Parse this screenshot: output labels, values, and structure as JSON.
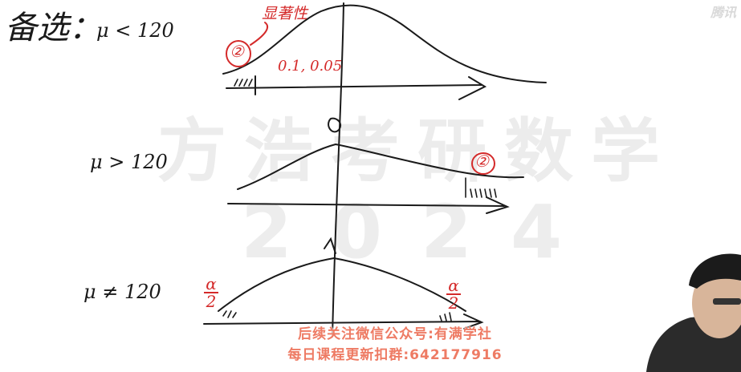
{
  "watermark": {
    "brand": "方浩考研数学",
    "year": "2024",
    "logo": "腾讯"
  },
  "notes": {
    "header": "备选：",
    "cond1": "μ < 120",
    "cond2": "μ > 120",
    "cond3": "μ ≠ 120",
    "red_label": "显著性",
    "circle_mark": "②",
    "levels": "0.1, 0.05",
    "alpha_num": "α",
    "alpha_den": "2"
  },
  "subtitle": {
    "line1": "后续关注微信公众号:有满学社",
    "line2": "每日课程更新扣群:642177916"
  },
  "colors": {
    "ink": "#1a1a1a",
    "red_ink": "#d42a2a",
    "subtitle": "#ee7b64",
    "watermark": "#ececec"
  }
}
